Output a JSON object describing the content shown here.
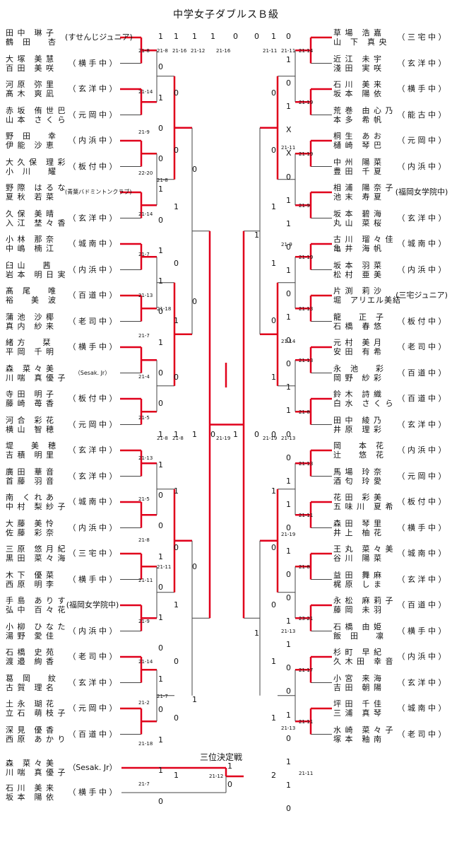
{
  "title": "中学女子ダブルスＢ級",
  "left": [
    {
      "p1": "田 中　琳 子",
      "p2": "鶴　田　　杏",
      "team": "(すせんじジュニア)"
    },
    {
      "p1": "大 塚　美 慧",
      "p2": "百 田　美 咲",
      "team": "（ 横 手 中 ）"
    },
    {
      "p1": "河 原　弥 里",
      "p2": "髙 木　爽 凪",
      "team": "（ 玄 洋 中 ）"
    },
    {
      "p1": "赤 坂　侑 世 巴",
      "p2": "山 本　さ く ら",
      "team": "（ 元 岡 中 ）"
    },
    {
      "p1": "野　田　　幸",
      "p2": "伊 能　沙 恵",
      "team": "（ 内 浜 中 ）"
    },
    {
      "p1": "大 久 保　理 彩",
      "p2": "小　川　　耀",
      "team": "（ 板 付 中 ）"
    },
    {
      "p1": "野 際　は る な",
      "p2": "夏 秋　若 菜",
      "team": "(青葉バドミントンクラブ)"
    },
    {
      "p1": "久 保　美 晴",
      "p2": "入 江　埜 々 香",
      "team": "（ 玄 洋 中 ）"
    },
    {
      "p1": "小 林　那 奈",
      "p2": "中 嶋　楠 江",
      "team": "（ 城 南 中 ）"
    },
    {
      "p1": "臼 山　　茜",
      "p2": "岩 本　明 日 実",
      "team": "（ 内 浜 中 ）"
    },
    {
      "p1": "髙　尾　　唯",
      "p2": "裕　　美　波",
      "team": "（ 百 道 中 ）"
    },
    {
      "p1": "蒲 池　沙 椰",
      "p2": "真 内　紗 来",
      "team": "（ 老 司 中 ）"
    },
    {
      "p1": "緒 方　　栞",
      "p2": "平 岡　千 明",
      "team": "（ 横 手 中 ）"
    },
    {
      "p1": "森　菜 々 美",
      "p2": "川 喘　真 優 子",
      "team": "（Sesak. Jr）"
    },
    {
      "p1": "寺 田　明 子",
      "p2": "藤 崎　苺 香",
      "team": "（ 板 付 中 ）"
    },
    {
      "p1": "河 合　彩 花",
      "p2": "横 山　智 穂",
      "team": "（ 元 岡 中 ）"
    },
    {
      "p1": "堤　　美　穂",
      "p2": "吉 積　明 里",
      "team": "（ 玄 洋 中 ）"
    },
    {
      "p1": "廣 田　華 音",
      "p2": "首 藤　羽 音",
      "team": "（ 玄 洋 中 ）"
    },
    {
      "p1": "南　く れ あ",
      "p2": "中 村　梨 紗 子",
      "team": "（ 城 南 中 ）"
    },
    {
      "p1": "大 藤　美 怜",
      "p2": "佐 藤　彩 奈",
      "team": "（ 内 浜 中 ）"
    },
    {
      "p1": "三 原　悠 月 紀",
      "p2": "黒 田　菜 々 海",
      "team": "（ 三 宅 中 ）"
    },
    {
      "p1": "木 下　優 菜",
      "p2": "西 原　明 李",
      "team": "（ 横 手 中 ）"
    },
    {
      "p1": "手 島　あ り す",
      "p2": "弘 中　百 々 花",
      "team": "(福岡女学院中)"
    },
    {
      "p1": "小 柳　ひ な た",
      "p2": "湯 野　愛 佳",
      "team": "（ 内 浜 中 ）"
    },
    {
      "p1": "石 橋　史 苑",
      "p2": "渡 邉　絢 香",
      "team": "（ 老 司 中 ）"
    },
    {
      "p1": "葛　岡　　紋",
      "p2": "古 賀　理 名",
      "team": "（ 玄 洋 中 ）"
    },
    {
      "p1": "土 永　瑚 花",
      "p2": "立 石　萌 枝 子",
      "team": "（ 元 岡 中 ）"
    },
    {
      "p1": "深 見　優 香",
      "p2": "西 原　あ か り",
      "team": "（ 百 道 中 ）"
    }
  ],
  "right": [
    {
      "p1": "草 場　浩 嘉",
      "p2": "山　下　真 央",
      "team": "（ 三 宅 中 ）"
    },
    {
      "p1": "近 江　未 宇",
      "p2": "淺 田　実 咲",
      "team": "（ 玄 洋 中 ）"
    },
    {
      "p1": "石 川　美 来",
      "p2": "坂 本　陽 依",
      "team": "（ 横 手 中 ）"
    },
    {
      "p1": "荒 巻　由 心 乃",
      "p2": "本 多　希 帆",
      "team": "（ 能 古 中 ）"
    },
    {
      "p1": "桐 生　あ お",
      "p2": "樋 崎　琴 巴",
      "team": "（ 元 岡 中 ）"
    },
    {
      "p1": "中 州　陽 菜",
      "p2": "豊 田　千 夏",
      "team": "（ 内 浜 中 ）"
    },
    {
      "p1": "相 浦　陽 奈 子",
      "p2": "池 末　寿 夏",
      "team": "(福岡女学院中)"
    },
    {
      "p1": "坂 本　碧 海",
      "p2": "丸 山　菜 桜",
      "team": "（ 玄 洋 中 ）"
    },
    {
      "p1": "古 川　瑠 々 佳",
      "p2": "亀 井　海 帆",
      "team": "（ 城 南 中 ）"
    },
    {
      "p1": "坂 本　羽 菜",
      "p2": "松 村　亜 美",
      "team": "（ 内 浜 中 ）"
    },
    {
      "p1": "片 渕　莉 沙",
      "p2": "堀　アリエル美結",
      "team": "(三宅ジュニア)"
    },
    {
      "p1": "龍　　正　子",
      "p2": "石 橋　春 悠",
      "team": "（ 板 付 中 ）"
    },
    {
      "p1": "元 村　美 月",
      "p2": "安 田　有 希",
      "team": "（ 老 司 中 ）"
    },
    {
      "p1": "永　池　　彩",
      "p2": "岡 野　紗 彩",
      "team": "（ 百 道 中 ）"
    },
    {
      "p1": "鈴 木　詩 織",
      "p2": "白 水　さ く ら",
      "team": "（ 百 道 中 ）"
    },
    {
      "p1": "田 中　綾 乃",
      "p2": "井 原　理 彩",
      "team": "（ 玄 洋 中 ）"
    },
    {
      "p1": "岡　　本　花",
      "p2": "辻　　悠　花",
      "team": "（ 内 浜 中 ）"
    },
    {
      "p1": "馬 場　玲 奈",
      "p2": "酒 匂　玲 愛",
      "team": "（ 元 岡 中 ）"
    },
    {
      "p1": "花 田　彩 美",
      "p2": "五 味 川　夏 希",
      "team": "（ 板 付 中 ）"
    },
    {
      "p1": "森 田　琴 里",
      "p2": "井 上　柚 花",
      "team": "（ 横 手 中 ）"
    },
    {
      "p1": "王 丸　菜 々 美",
      "p2": "谷 川　陽 菜",
      "team": "（ 城 南 中 ）"
    },
    {
      "p1": "益 田　舞 麻",
      "p2": "梶 原　し ま",
      "team": "（ 玄 洋 中 ）"
    },
    {
      "p1": "永 松　麻 莉 子",
      "p2": "藤 岡　未 羽",
      "team": "（ 百 道 中 ）"
    },
    {
      "p1": "石 橋　由 姫",
      "p2": "飯　田　　凛",
      "team": "（ 横 手 中 ）"
    },
    {
      "p1": "杉 町　早 紀",
      "p2": "久 木 田　幸 音",
      "team": "（ 内 浜 中 ）"
    },
    {
      "p1": "小 宮　来 海",
      "p2": "吉 田　朝 陽",
      "team": "（ 玄 洋 中 ）"
    },
    {
      "p1": "坪 田　千 佳",
      "p2": "三 浦　真 琴",
      "team": "（ 城 南 中 ）"
    },
    {
      "p1": "水 崎　菜 々 子",
      "p2": "塚 本　釉 南",
      "team": "（ 老 司 中 ）"
    }
  ],
  "third_place": {
    "title": "三位決定戦",
    "entries": [
      {
        "p1": "森　菜 々 美",
        "p2": "川 喘　真 優 子",
        "team": "（Sesak. Jr）"
      },
      {
        "p1": "石 川　美 来",
        "p2": "坂 本　陽 依",
        "team": "（ 横 手 中 ）"
      }
    ],
    "score": "21-12",
    "results": [
      "1",
      "0"
    ]
  },
  "left_r1_scores": [
    "1",
    "0",
    "1",
    "0",
    "0",
    "1",
    "0",
    "1",
    "1",
    "0",
    "1",
    "0",
    "0",
    "1",
    "1",
    "0",
    "0",
    "1",
    "0",
    "1",
    "0",
    "1",
    "0",
    "1",
    "1",
    "0"
  ],
  "left_r1_games": [
    "21-8",
    "21-14",
    "21-9",
    "22-20",
    "21-14",
    "21-7",
    "21-13",
    "21-7",
    "21-4",
    "21-5",
    "21-13",
    "21-5",
    "21-8",
    "21-11",
    "21-9",
    "21-14",
    "21-2",
    "21-18",
    "21-7"
  ],
  "left_r2_scores": [
    "1",
    "0",
    "0",
    "1",
    "0",
    "1",
    "0",
    "1",
    "1",
    "0",
    "1",
    "0",
    "0",
    "1"
  ],
  "left_r2_games": [
    "21-8",
    "21-8",
    "21-18",
    "21-8",
    "21-11",
    "21-7"
  ],
  "left_r3_scores": [
    "1",
    "0",
    "0",
    "1",
    "0",
    "1"
  ],
  "left_r3_games": [
    "21-16",
    "21-8"
  ],
  "left_r4_scores": [
    "1",
    "0"
  ],
  "left_r4_games": [
    "21-12"
  ],
  "final_scores": [
    "0",
    "1"
  ],
  "final_games": [
    "21-16",
    "21-19"
  ],
  "right_r1_scores": [
    "0",
    "1",
    "0",
    "1",
    "X",
    "X",
    "0",
    "1",
    "1",
    "0",
    "1",
    "0",
    "1",
    "0",
    "0",
    "1",
    "1",
    "0",
    "0",
    "1",
    "1",
    "0",
    "1",
    "0",
    "0",
    "1",
    "1",
    "0",
    "0",
    "1",
    "0",
    "1",
    "1",
    "0"
  ],
  "right_r1_games": [
    "21-14",
    "21-19",
    "21-19",
    "21-9",
    "21-19",
    "21-13",
    "21-13",
    "21-8",
    "21-13",
    "21-11",
    "21-8",
    "23-21",
    "21-17",
    "21-11",
    "21-11"
  ],
  "right_r2_scores": [
    "1",
    "0",
    "0",
    "1",
    "1",
    "0",
    "1",
    "0",
    "1",
    "0",
    "0",
    "1",
    "1",
    "2"
  ],
  "right_r2_games": [
    "21-11",
    "21-11",
    "21-9",
    "21-14",
    "21-13",
    "21-19",
    "21-13",
    "21-13"
  ],
  "right_r3_scores": [
    "0",
    "1",
    "0",
    "1"
  ],
  "right_r3_games": [
    "21-11",
    "21-19"
  ]
}
